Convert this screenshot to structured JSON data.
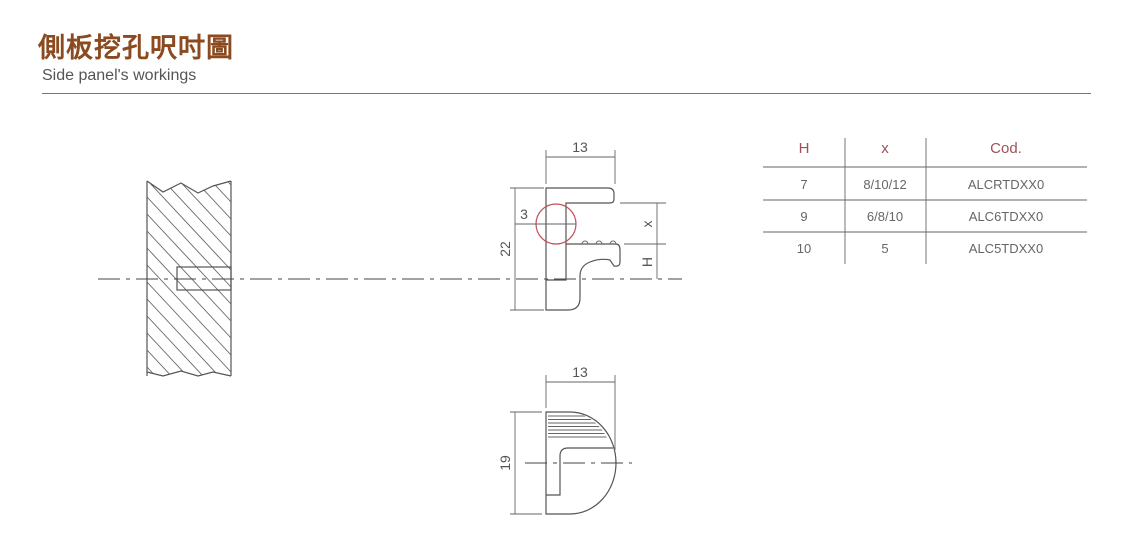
{
  "header": {
    "title": "側板挖孔呎吋圖",
    "subtitle": "Side panel's workings"
  },
  "side_view": {
    "dim_width": "13",
    "dim_height": "22",
    "dim_hole": "3",
    "dim_x": "x",
    "dim_h": "H"
  },
  "bottom_view": {
    "dim_width": "13",
    "dim_height": "19"
  },
  "table": {
    "headers": [
      "H",
      "x",
      "Cod."
    ],
    "rows": [
      [
        "7",
        "8/10/12",
        "ALCRTDXX0"
      ],
      [
        "9",
        "6/8/10",
        "ALC6TDXX0"
      ],
      [
        "10",
        "5",
        "ALC5TDXX0"
      ]
    ]
  },
  "colors": {
    "title": "#8b4a1f",
    "header_text": "#a0505a",
    "circle": "#c0505a"
  }
}
